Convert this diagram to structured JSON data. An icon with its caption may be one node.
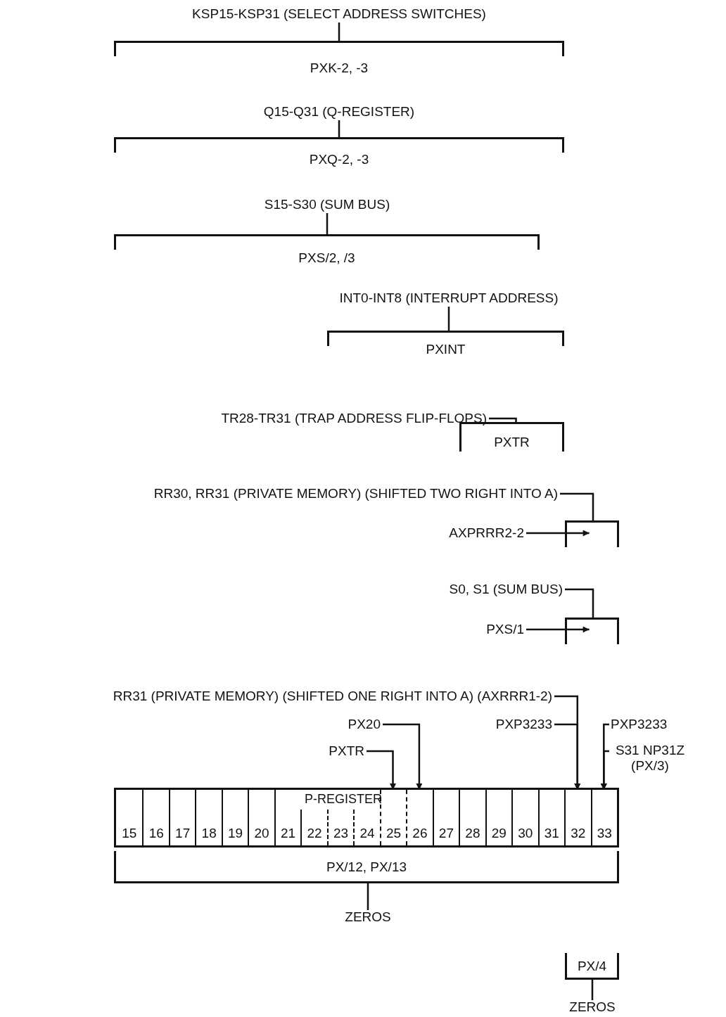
{
  "diagram": {
    "nodes": [
      {
        "text": [
          "KSP15-KSP31 (SELECT ADDRESS SWITCHES)"
        ]
      },
      {
        "text": [
          "PXK-2, -3"
        ]
      },
      {
        "text": [
          "Q15-Q31 (Q-REGISTER)"
        ]
      },
      {
        "text": [
          "PXQ-2, -3"
        ]
      },
      {
        "text": [
          "S15-S30 (SUM BUS)"
        ]
      },
      {
        "text": [
          "PXS/2, /3"
        ]
      },
      {
        "text": [
          "INT0-INT8 (INTERRUPT ADDRESS)"
        ]
      },
      {
        "text": [
          "PXINT"
        ]
      },
      {
        "text": [
          "TR28-TR31 (TRAP ADDRESS FLIP-FLOPS)"
        ]
      },
      {
        "text": [
          "PXTR"
        ]
      },
      {
        "text": [
          "RR30, RR31 (PRIVATE MEMORY) (SHIFTED TWO RIGHT INTO A)"
        ]
      },
      {
        "text": [],
        "shape": "bracket"
      },
      {
        "text": [
          "AXPRRR2-2"
        ]
      },
      {
        "text": [
          "S0, S1 (SUM BUS)"
        ]
      },
      {
        "text": [],
        "shape": "bracket"
      },
      {
        "text": [
          "PXS/1"
        ]
      },
      {
        "text": [
          "RR31 (PRIVATE MEMORY) (SHIFTED ONE RIGHT INTO A) (AXRRR1-2)"
        ]
      },
      {
        "text": [
          "PX20"
        ]
      },
      {
        "text": [
          "PXTR"
        ]
      },
      {
        "text": [
          "PXP3233"
        ]
      },
      {
        "text": [
          "PXP3233"
        ]
      },
      {
        "text": [
          "S31 NP31Z (PX/3)"
        ]
      },
      {
        "text": [
          "P-REGISTER"
        ]
      },
      {
        "text": [
          "15"
        ],
        "in": 22
      },
      {
        "text": [
          "16"
        ],
        "in": 22
      },
      {
        "text": [
          "17"
        ],
        "in": 22
      },
      {
        "text": [
          "18"
        ],
        "in": 22
      },
      {
        "text": [
          "19"
        ],
        "in": 22
      },
      {
        "text": [
          "20"
        ],
        "in": 22
      },
      {
        "text": [
          "21"
        ],
        "in": 22
      },
      {
        "text": [
          "22"
        ],
        "in": 22
      },
      {
        "text": [
          "23"
        ],
        "in": 22
      },
      {
        "text": [
          "24"
        ],
        "in": 22
      },
      {
        "text": [
          "25"
        ],
        "in": 22
      },
      {
        "text": [
          "26"
        ],
        "in": 22
      },
      {
        "text": [
          "27"
        ],
        "in": 22
      },
      {
        "text": [
          "28"
        ],
        "in": 22
      },
      {
        "text": [
          "29"
        ],
        "in": 22
      },
      {
        "text": [
          "30"
        ],
        "in": 22
      },
      {
        "text": [
          "31"
        ],
        "in": 22
      },
      {
        "text": [
          "32"
        ],
        "in": 22
      },
      {
        "text": [
          "33"
        ],
        "in": 22
      },
      {
        "text": [
          "PX/12, PX/13"
        ]
      },
      {
        "text": [
          "ZEROS"
        ]
      },
      {
        "text": [
          "PX/4"
        ]
      },
      {
        "text": [
          "ZEROS"
        ]
      }
    ],
    "edges": [
      {
        "from": 0,
        "to": 1,
        "arrow": "none"
      },
      {
        "from": 2,
        "to": 3,
        "arrow": "none"
      },
      {
        "from": 4,
        "to": 5,
        "arrow": "none"
      },
      {
        "from": 6,
        "to": 7,
        "arrow": "none"
      },
      {
        "from": 8,
        "to": 9,
        "arrow": "none"
      },
      {
        "from": 10,
        "to": 11,
        "arrow": "none"
      },
      {
        "from": 12,
        "to": 11,
        "arrow": "to"
      },
      {
        "from": 13,
        "to": 14,
        "arrow": "none"
      },
      {
        "from": 15,
        "to": 14,
        "arrow": "to"
      },
      {
        "from": 16,
        "to": 40,
        "arrow": "to"
      },
      {
        "from": 17,
        "to": 34,
        "arrow": "to"
      },
      {
        "from": 18,
        "to": 33,
        "arrow": "to"
      },
      {
        "from": 19,
        "to": 40,
        "arrow": "to"
      },
      {
        "from": 20,
        "to": 41,
        "arrow": "to"
      },
      {
        "from": 21,
        "to": 41,
        "arrow": "to"
      },
      {
        "from": 43,
        "to": 42,
        "arrow": "none"
      },
      {
        "from": 45,
        "to": 44,
        "arrow": "none"
      }
    ]
  }
}
